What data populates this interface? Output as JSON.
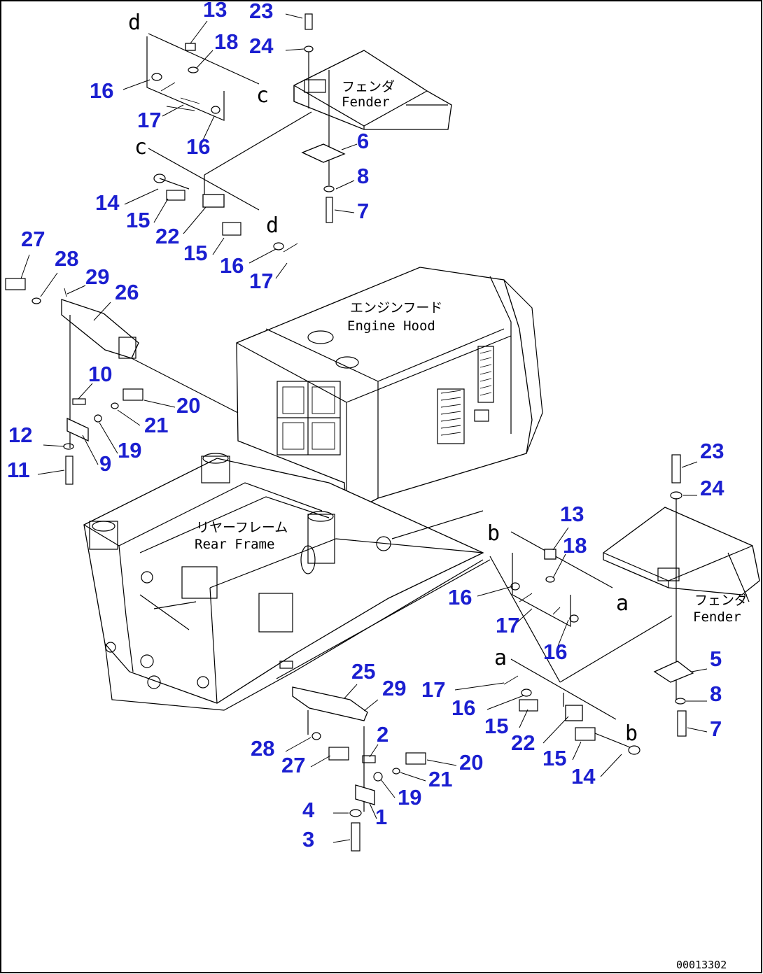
{
  "parts": [
    {
      "id": "p13a",
      "label": "13"
    },
    {
      "id": "p18a",
      "label": "18"
    },
    {
      "id": "p16a",
      "label": "16"
    },
    {
      "id": "p17a",
      "label": "17"
    },
    {
      "id": "p16b",
      "label": "16"
    },
    {
      "id": "p23a",
      "label": "23"
    },
    {
      "id": "p24a",
      "label": "24"
    },
    {
      "id": "p6",
      "label": "6"
    },
    {
      "id": "p8a",
      "label": "8"
    },
    {
      "id": "p7a",
      "label": "7"
    },
    {
      "id": "p14a",
      "label": "14"
    },
    {
      "id": "p15a",
      "label": "15"
    },
    {
      "id": "p22a",
      "label": "22"
    },
    {
      "id": "p15b",
      "label": "15"
    },
    {
      "id": "p16c",
      "label": "16"
    },
    {
      "id": "p17b",
      "label": "17"
    },
    {
      "id": "p27a",
      "label": "27"
    },
    {
      "id": "p28a",
      "label": "28"
    },
    {
      "id": "p29a",
      "label": "29"
    },
    {
      "id": "p26",
      "label": "26"
    },
    {
      "id": "p10",
      "label": "10"
    },
    {
      "id": "p20a",
      "label": "20"
    },
    {
      "id": "p21a",
      "label": "21"
    },
    {
      "id": "p12",
      "label": "12"
    },
    {
      "id": "p9",
      "label": "9"
    },
    {
      "id": "p19a",
      "label": "19"
    },
    {
      "id": "p11",
      "label": "11"
    },
    {
      "id": "p23b",
      "label": "23"
    },
    {
      "id": "p24b",
      "label": "24"
    },
    {
      "id": "p13b",
      "label": "13"
    },
    {
      "id": "p18b",
      "label": "18"
    },
    {
      "id": "p16d",
      "label": "16"
    },
    {
      "id": "p17c",
      "label": "17"
    },
    {
      "id": "p16e",
      "label": "16"
    },
    {
      "id": "p5",
      "label": "5"
    },
    {
      "id": "p8b",
      "label": "8"
    },
    {
      "id": "p7b",
      "label": "7"
    },
    {
      "id": "p25",
      "label": "25"
    },
    {
      "id": "p29b",
      "label": "29"
    },
    {
      "id": "p17d",
      "label": "17"
    },
    {
      "id": "p16f",
      "label": "16"
    },
    {
      "id": "p2",
      "label": "2"
    },
    {
      "id": "p28b",
      "label": "28"
    },
    {
      "id": "p27b",
      "label": "27"
    },
    {
      "id": "p15c",
      "label": "15"
    },
    {
      "id": "p22b",
      "label": "22"
    },
    {
      "id": "p20b",
      "label": "20"
    },
    {
      "id": "p21b",
      "label": "21"
    },
    {
      "id": "p15d",
      "label": "15"
    },
    {
      "id": "p14b",
      "label": "14"
    },
    {
      "id": "p19b",
      "label": "19"
    },
    {
      "id": "p4",
      "label": "4"
    },
    {
      "id": "p1",
      "label": "1"
    },
    {
      "id": "p3",
      "label": "3"
    }
  ],
  "labels": {
    "fender_top_jp": "フェンダ",
    "fender_top_en": "Fender",
    "engine_hood_jp": "エンジンフード",
    "engine_hood_en": "Engine Hood",
    "rear_frame_jp": "リヤーフレーム",
    "rear_frame_en": "Rear Frame",
    "fender_right_jp": "フェンダ",
    "fender_right_en": "Fender"
  },
  "refs": {
    "d_top": "d",
    "c_right": "c",
    "c_left": "c",
    "d_bottom": "d",
    "b_top": "b",
    "a_right": "a",
    "a_left": "a",
    "b_bottom": "b"
  },
  "drawing_code": "00013302"
}
